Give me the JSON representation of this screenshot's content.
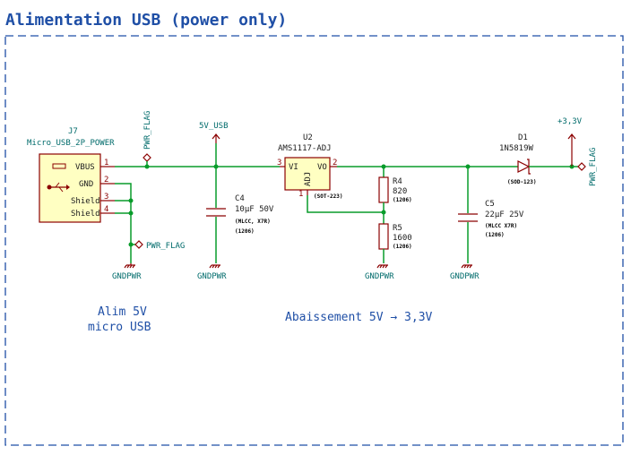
{
  "title": "Alimentation USB (power only)",
  "connector": {
    "ref": "J7",
    "value": "Micro_USB_2P_POWER",
    "pins": [
      {
        "name": "VBUS",
        "num": "1"
      },
      {
        "name": "GND",
        "num": "2"
      },
      {
        "name": "Shield",
        "num": "3"
      },
      {
        "name": "Shield",
        "num": "4"
      }
    ]
  },
  "flags": {
    "pwr_flag": "PWR_FLAG"
  },
  "nets": {
    "v5": "5V_USB",
    "v33": "+3,3V",
    "gnd": "GNDPWR"
  },
  "c4": {
    "ref": "C4",
    "value": "10µF 50V",
    "note": "(MLCC, X7R)",
    "pkg": "(1206)"
  },
  "u2": {
    "ref": "U2",
    "value": "AMS1117-ADJ",
    "pin_vi": "VI",
    "pin_vo": "VO",
    "pin_adj": "ADJ",
    "num_vi": "3",
    "num_vo": "2",
    "num_adj": "1",
    "pkg": "(SOT-223)"
  },
  "r4": {
    "ref": "R4",
    "value": "820",
    "pkg": "(1206)"
  },
  "r5": {
    "ref": "R5",
    "value": "1600",
    "pkg": "(1206)"
  },
  "c5": {
    "ref": "C5",
    "value": "22µF 25V",
    "note": "(MLCC X7R)",
    "pkg": "(1206)"
  },
  "d1": {
    "ref": "D1",
    "value": "1N5819W",
    "pkg": "(SOD-123)"
  },
  "notes": {
    "left_line1": "Alim 5V",
    "left_line2": "micro USB",
    "right": "Abaissement 5V → 3,3V"
  }
}
